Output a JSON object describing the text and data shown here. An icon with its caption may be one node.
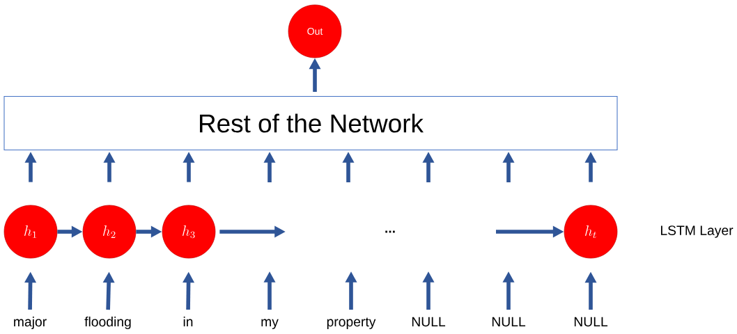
{
  "diagram": {
    "nodes": [
      {
        "text": [
          "Out"
        ]
      },
      {
        "text": [
          "Rest of the Network"
        ]
      },
      {
        "text": [
          "h_1"
        ]
      },
      {
        "text": [
          "h_2"
        ]
      },
      {
        "text": [
          "h_3"
        ]
      },
      {
        "text": [
          "h_t"
        ]
      },
      {
        "text": [
          "major"
        ]
      },
      {
        "text": [
          "flooding"
        ]
      },
      {
        "text": [
          "in"
        ]
      },
      {
        "text": [
          "my"
        ]
      },
      {
        "text": [
          "property"
        ]
      },
      {
        "text": [
          "NULL"
        ]
      },
      {
        "text": [
          "NULL"
        ]
      },
      {
        "text": [
          "NULL"
        ]
      }
    ],
    "edges": [
      {
        "from": 1,
        "to": 0,
        "arrow": "to"
      },
      {
        "from": 2,
        "to": 1,
        "arrow": "to"
      },
      {
        "from": 3,
        "to": 1,
        "arrow": "to"
      },
      {
        "from": 4,
        "to": 1,
        "arrow": "to"
      },
      {
        "from": null,
        "to": 1,
        "arrow": "to"
      },
      {
        "from": null,
        "to": 1,
        "arrow": "to"
      },
      {
        "from": null,
        "to": 1,
        "arrow": "to"
      },
      {
        "from": null,
        "to": 1,
        "arrow": "to"
      },
      {
        "from": 5,
        "to": 1,
        "arrow": "to"
      },
      {
        "from": 2,
        "to": 3,
        "arrow": "to"
      },
      {
        "from": 3,
        "to": 4,
        "arrow": "to"
      },
      {
        "from": 4,
        "to": null,
        "arrow": "to"
      },
      {
        "from": null,
        "to": 5,
        "arrow": "to"
      },
      {
        "from": 6,
        "to": 2,
        "arrow": "to"
      },
      {
        "from": 7,
        "to": 3,
        "arrow": "to"
      },
      {
        "from": 8,
        "to": 4,
        "arrow": "to"
      },
      {
        "from": 9,
        "to": null,
        "arrow": "to"
      },
      {
        "from": 10,
        "to": null,
        "arrow": "to"
      },
      {
        "from": 11,
        "to": null,
        "arrow": "to"
      },
      {
        "from": 12,
        "to": null,
        "arrow": "to"
      },
      {
        "from": 13,
        "to": 5,
        "arrow": "to"
      }
    ],
    "labels": [
      "...",
      "LSTM Layer"
    ]
  }
}
